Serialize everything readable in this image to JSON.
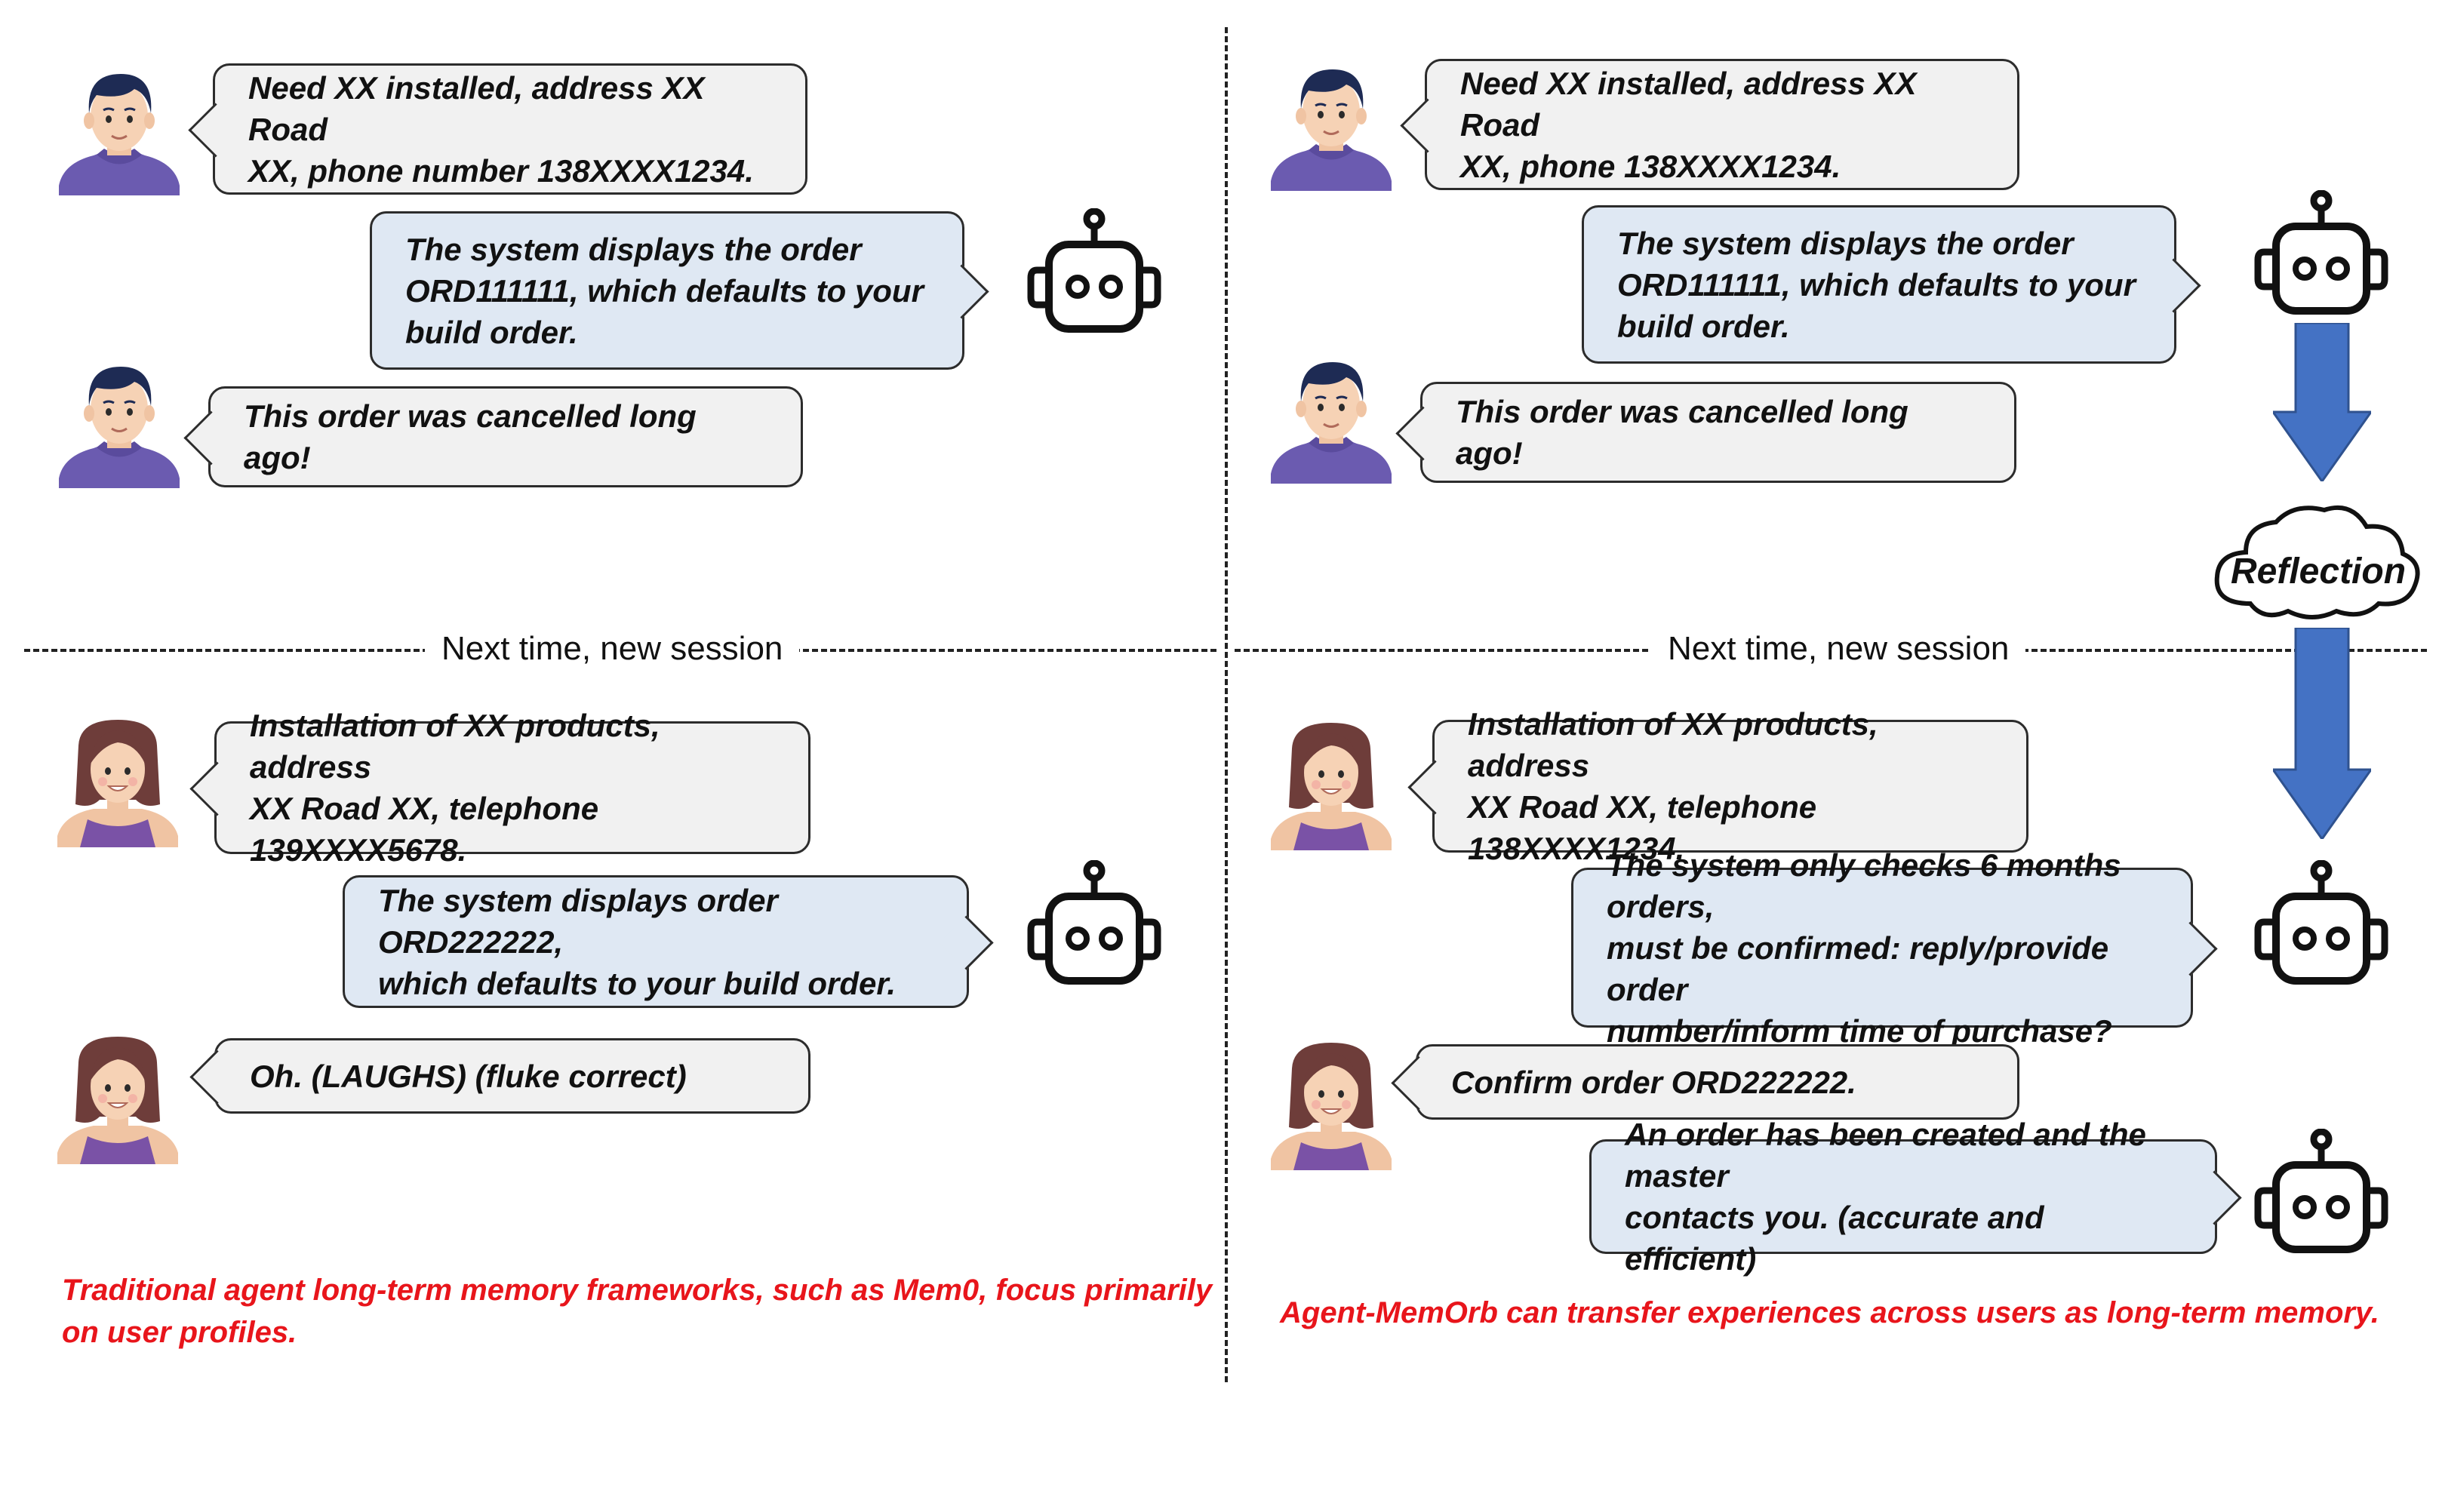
{
  "left": {
    "separator": "Next time, new session",
    "caption": "Traditional agent long-term memory frameworks, such as Mem0, focus primarily\non user profiles.",
    "messages": [
      {
        "role": "user",
        "text": "Need XX installed, address XX Road\nXX, phone number 138XXXX1234."
      },
      {
        "role": "bot",
        "text": "The system displays the order\nORD111111, which defaults to your\nbuild order."
      },
      {
        "role": "user",
        "text": "This order was cancelled long ago!"
      },
      {
        "role": "user",
        "text": "Installation of XX products, address\nXX Road XX, telephone 139XXXX5678."
      },
      {
        "role": "bot",
        "text": "The system displays order ORD222222,\nwhich defaults to your build order."
      },
      {
        "role": "user",
        "text": "Oh. (LAUGHS) (fluke correct)"
      }
    ]
  },
  "right": {
    "separator": "Next time, new session",
    "reflection": "Reflection",
    "caption": "Agent-MemOrb can transfer experiences across users as long-term memory.",
    "messages": [
      {
        "role": "user",
        "text": "Need XX installed, address XX Road\nXX, phone 138XXXX1234."
      },
      {
        "role": "bot",
        "text": "The system displays the order\nORD111111, which defaults to your\nbuild order."
      },
      {
        "role": "user",
        "text": "This order was cancelled long ago!"
      },
      {
        "role": "user",
        "text": "Installation of XX products, address\nXX Road XX, telephone 138XXXX1234."
      },
      {
        "role": "bot",
        "text": "The system only checks 6 months orders,\nmust be confirmed: reply/provide order\nnumber/inform time of purchase?"
      },
      {
        "role": "user",
        "text": "Confirm order ORD222222."
      },
      {
        "role": "bot",
        "text": "An order has been created and the master\ncontacts you. (accurate and efficient)"
      }
    ]
  },
  "colors": {
    "user_bubble": "#f1f1f1",
    "bot_bubble": "#dfe8f3",
    "arrow": "#4472c4",
    "caption": "#e8151b",
    "avatar_shirt": "#6b5bb0"
  },
  "icons": {
    "male_user": "male-user-avatar-icon",
    "female_user": "female-user-avatar-icon",
    "robot": "robot-icon",
    "cloud": "cloud-icon",
    "arrow": "down-arrow-icon"
  }
}
